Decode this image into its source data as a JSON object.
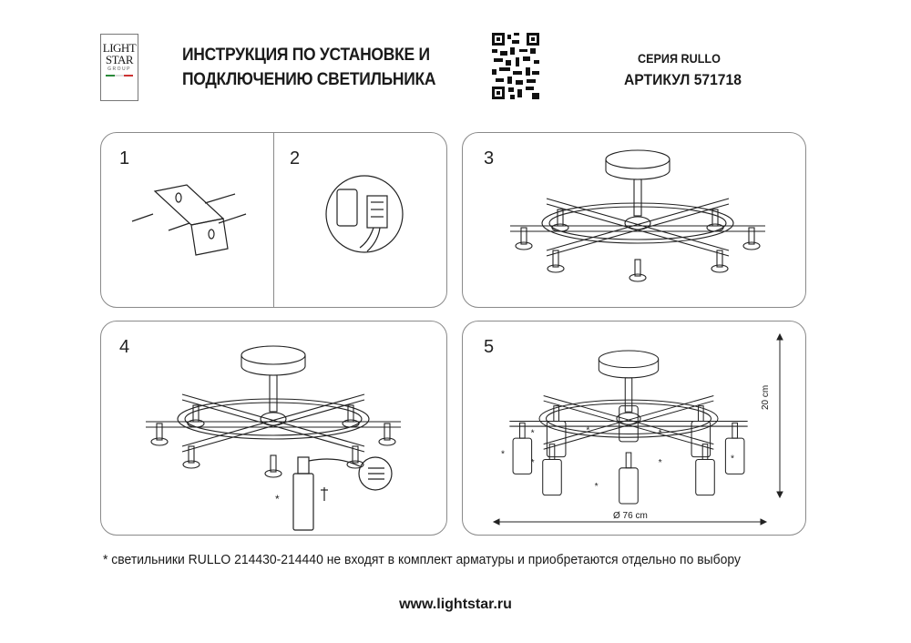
{
  "header": {
    "logo": {
      "line1": "LIGHT",
      "line2": "STAR",
      "line3": "GROUP"
    },
    "title_line1": "ИНСТРУКЦИЯ ПО УСТАНОВКЕ И",
    "title_line2": "ПОДКЛЮЧЕНИЮ СВЕТИЛЬНИКА",
    "series": "СЕРИЯ RULLO",
    "article": "АРТИКУЛ 571718"
  },
  "steps": [
    {
      "number": "1",
      "icon": "mounting-bracket-screws"
    },
    {
      "number": "2",
      "icon": "terminal-block-wiring"
    },
    {
      "number": "3",
      "icon": "chandelier-frame-mounting"
    },
    {
      "number": "4",
      "icon": "chandelier-lamp-install"
    },
    {
      "number": "5",
      "icon": "chandelier-assembled-dimensions"
    }
  ],
  "dimensions": {
    "height": "20 cm",
    "diameter": "Ø 76 cm",
    "lamp_marker": "*"
  },
  "footnote": "* светильники RULLO 214430-214440 не входят в комплект арматуры и приобретаются отдельно по выбору",
  "website": "www.lightstar.ru"
}
